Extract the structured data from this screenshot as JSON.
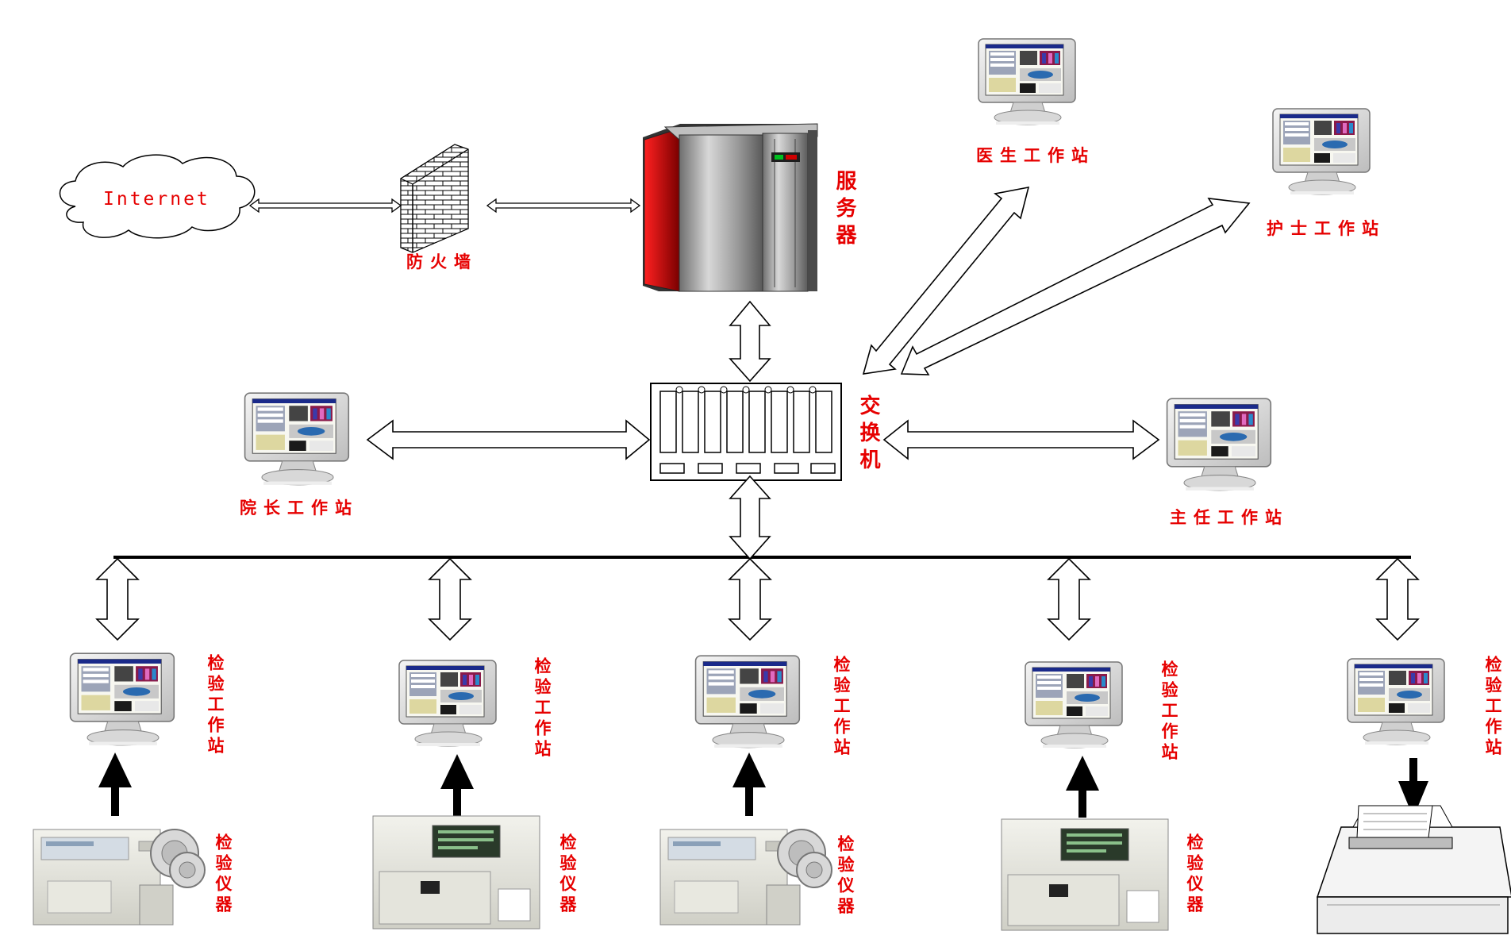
{
  "internet_label": "Internet",
  "firewall_label": "防火墙",
  "server_label": "服务器",
  "switch_label": "交换机",
  "doctor_ws": "医生工作站",
  "nurse_ws": "护士工作站",
  "dean_ws": "院长工作站",
  "director_ws": "主任工作站",
  "lab_workstations": [
    "检验工作站",
    "检验工作站",
    "检验工作站",
    "检验工作站",
    "检验工作站"
  ],
  "lab_instruments": [
    "检验仪器",
    "检验仪器",
    "检验仪器",
    "检验仪器"
  ],
  "colors": {
    "label": "#e60000",
    "line": "#000000",
    "server_red": "#c40000"
  }
}
